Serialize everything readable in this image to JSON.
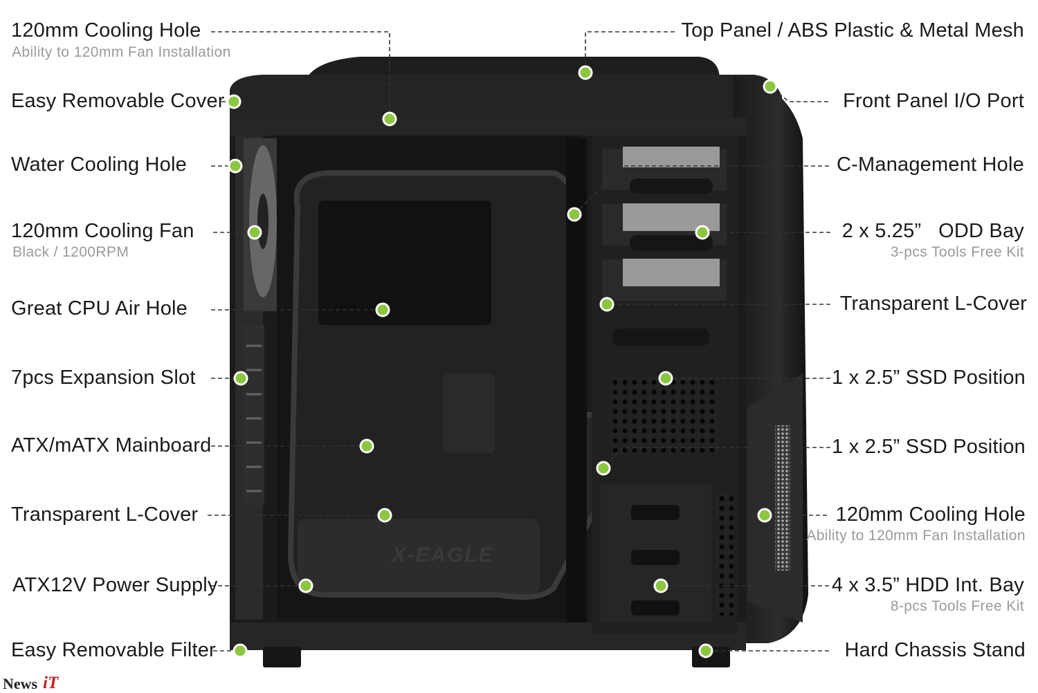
{
  "left_labels": [
    {
      "id": "cooling-hole-top",
      "title": "120mm Cooling Hole",
      "subtitle": "Ability to 120mm Fan Installation"
    },
    {
      "id": "removable-cover",
      "title": "Easy Removable Cover",
      "subtitle": ""
    },
    {
      "id": "water-cooling",
      "title": "Water Cooling Hole",
      "subtitle": ""
    },
    {
      "id": "cooling-fan",
      "title": "120mm Cooling Fan",
      "subtitle": "Black / 1200RPM"
    },
    {
      "id": "cpu-air",
      "title": "Great CPU Air Hole",
      "subtitle": ""
    },
    {
      "id": "expansion",
      "title": "7pcs Expansion Slot",
      "subtitle": ""
    },
    {
      "id": "mainboard",
      "title": "ATX/mATX Mainboard",
      "subtitle": ""
    },
    {
      "id": "l-cover-left",
      "title": "Transparent L-Cover",
      "subtitle": ""
    },
    {
      "id": "power-supply",
      "title": "ATX12V Power Supply",
      "subtitle": ""
    },
    {
      "id": "filter",
      "title": "Easy Removable Filter",
      "subtitle": ""
    }
  ],
  "right_labels": [
    {
      "id": "top-panel",
      "title": "Top Panel / ABS Plastic & Metal Mesh",
      "subtitle": ""
    },
    {
      "id": "front-io",
      "title": "Front Panel I/O Port",
      "subtitle": ""
    },
    {
      "id": "c-management",
      "title": "C-Management Hole",
      "subtitle": ""
    },
    {
      "id": "odd-bay",
      "title": "2 x 5.25”   ODD Bay",
      "subtitle": "3-pcs Tools Free Kit"
    },
    {
      "id": "l-cover-right",
      "title": "Transparent L-Cover",
      "subtitle": ""
    },
    {
      "id": "ssd-1",
      "title": "1 x 2.5” SSD Position",
      "subtitle": ""
    },
    {
      "id": "ssd-2",
      "title": "1 x 2.5” SSD Position",
      "subtitle": ""
    },
    {
      "id": "cooling-hole-front",
      "title": "120mm Cooling Hole",
      "subtitle": "Ability to 120mm Fan Installation"
    },
    {
      "id": "hdd-bay",
      "title": "4 x 3.5” HDD Int. Bay",
      "subtitle": "8-pcs Tools Free Kit"
    },
    {
      "id": "chassis-stand",
      "title": "Hard Chassis Stand",
      "subtitle": ""
    }
  ],
  "case_badge": "X-EAGLE",
  "watermark": {
    "news": "News",
    "it": "iT"
  },
  "colors": {
    "dot": "#8cc63f",
    "dot_ring": "#ffffff",
    "case": "#1c1c1c",
    "text": "#1a1a1a",
    "subtitle": "#9a9a9a"
  }
}
